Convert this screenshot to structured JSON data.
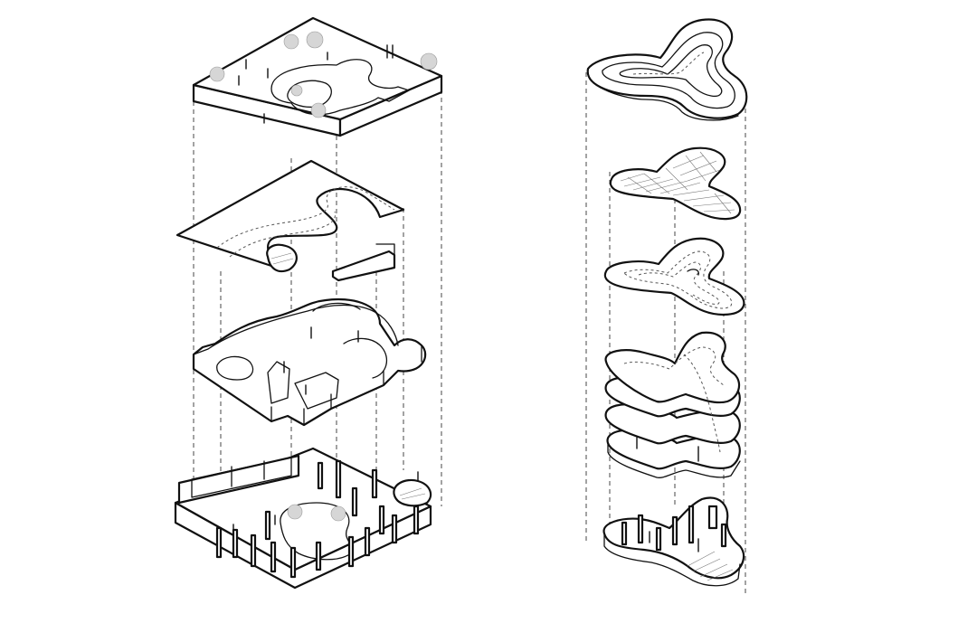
{
  "diagram": {
    "type": "exploded-axonometric",
    "colors": {
      "line": "#111111",
      "background": "#ffffff",
      "foliage": "#d6d6d6"
    },
    "left_stack": {
      "layers": 4
    },
    "right_stack": {
      "layers": 5
    }
  }
}
